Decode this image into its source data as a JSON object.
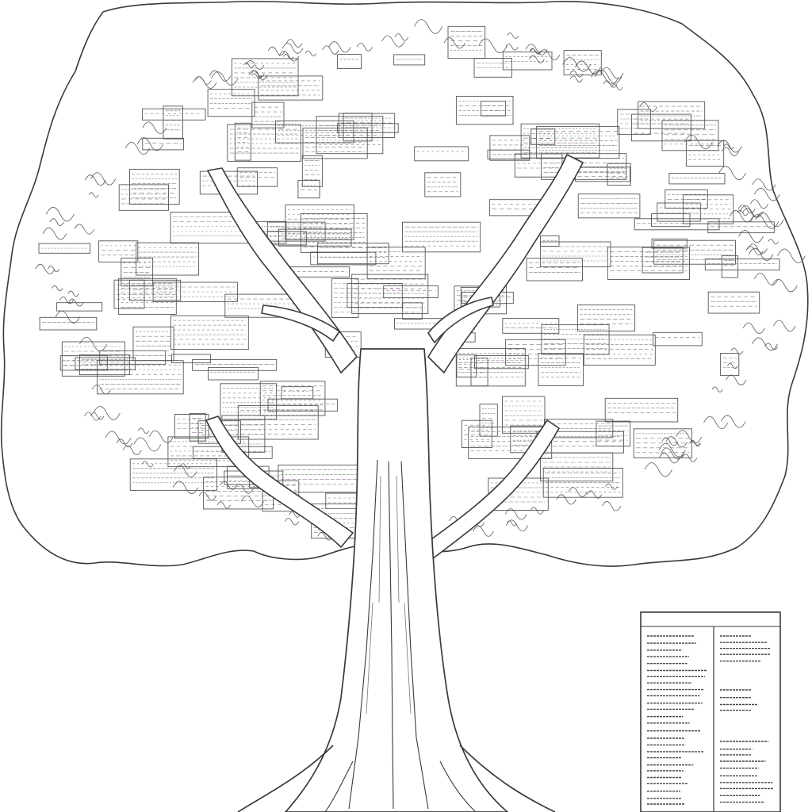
{
  "palette": {
    "background": "#ffffff",
    "ink": "#3a3a3a",
    "ink_light": "#8a8a8a",
    "accent_tint": "#9b6fa0"
  },
  "scene": {
    "subject": "tree-illustration",
    "canopy_content": "city-buildings-sketch",
    "side_object": "document-panel"
  }
}
